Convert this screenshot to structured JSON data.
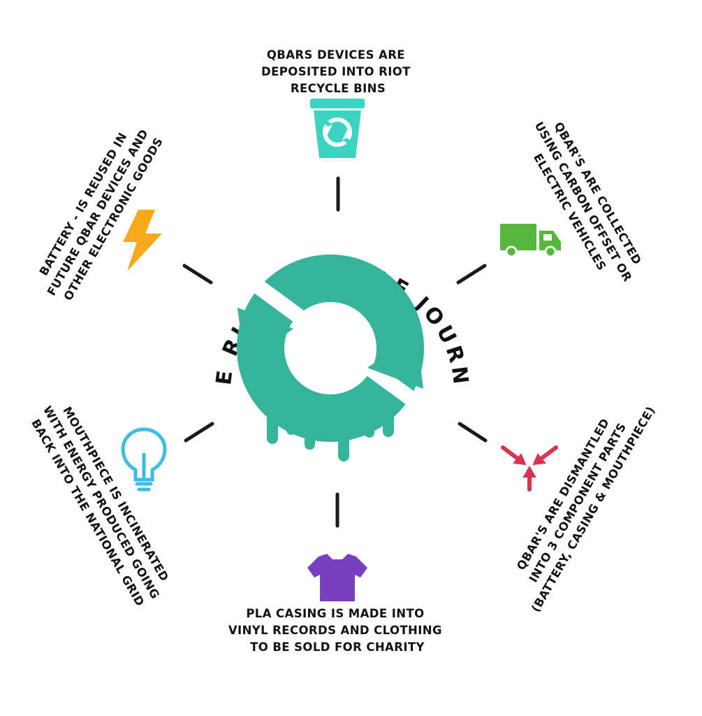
{
  "title": "THE RIOT RECYCLE JOURNEY",
  "colors": {
    "ring": "#36b49b",
    "bin": "#3dd3c1",
    "truck": "#55b63c",
    "arrows": "#d6344f",
    "tshirt": "#7a3fc0",
    "bulb": "#3bbde4",
    "bolt": "#f7a81b",
    "spoke": "#1a1a1a"
  },
  "stages": [
    {
      "id": "deposit",
      "icon": "recycle-bin-icon",
      "lines": [
        "QBARS DEVICES ARE",
        "DEPOSITED INTO RIOT",
        "RECYCLE BINS"
      ]
    },
    {
      "id": "collect",
      "icon": "truck-icon",
      "lines": [
        "QBAR'S ARE COLLECTED",
        "USING CARBON OFFSET OR",
        "ELECTRIC VEHICLES"
      ]
    },
    {
      "id": "dismantle",
      "icon": "converging-arrows-icon",
      "lines": [
        "QBAR'S ARE DISMANTLED",
        "INTO 3 COMPONENT PARTS",
        "(BATTERY, CASING & MOUTHPIECE)"
      ]
    },
    {
      "id": "casing",
      "icon": "tshirt-icon",
      "lines": [
        "PLA CASING IS MADE INTO",
        "VINYL RECORDS AND CLOTHING",
        "TO BE SOLD FOR CHARITY"
      ]
    },
    {
      "id": "mouthpiece",
      "icon": "lightbulb-icon",
      "lines": [
        "MOUTHPIECE IS INCINERATED",
        "WITH ENERGY PRODUCED GOING",
        "BACK INTO THE NATIONAL GRID"
      ]
    },
    {
      "id": "battery",
      "icon": "lightning-bolt-icon",
      "lines": [
        "BATTERY - IS REUSED IN",
        "FUTURE QBAR DEVICES AND",
        "OTHER ELECTRONIC GOODS"
      ]
    }
  ]
}
